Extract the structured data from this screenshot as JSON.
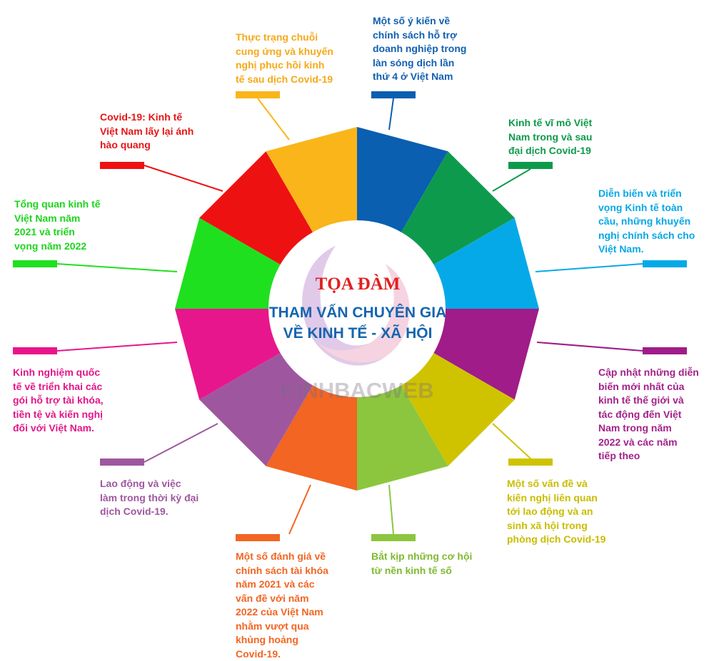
{
  "center": {
    "title": "TỌA ĐÀM",
    "subtitle": "THAM VẤN CHUYÊN GIA\nVỀ KINH TẾ - XÃ HỘI",
    "watermark": "KINHBACWEB"
  },
  "colors": {
    "title_red": "#e02020",
    "subtitle_blue": "#1565b0",
    "swirl": [
      "#c9a0d8",
      "#f0b0c8"
    ]
  },
  "segments": [
    {
      "key": "blue",
      "color": "#0a5fb0",
      "text_color": "#1160b0",
      "label": "Một số ý kiến về\nchính sách hỗ trợ\ndoanh nghiệp trong\nlàn sóng dịch lần\nthứ 4 ở Việt Nam"
    },
    {
      "key": "green",
      "color": "#0e9a4c",
      "text_color": "#0e9a4c",
      "label": "Kinh tế vĩ mô Việt\nNam trong và sau\nđại dịch Covid-19"
    },
    {
      "key": "sky",
      "color": "#06a9e8",
      "text_color": "#08a8e6",
      "label": "Diễn biến và triển\nvọng Kinh tế toàn\ncầu, những khuyến\nnghị chính sách cho\nViệt Nam."
    },
    {
      "key": "purple",
      "color": "#a01c88",
      "text_color": "#a3218a",
      "label": "Cập nhật những diễn\nbiến mới nhất của\nkinh tế thế giới và\ntác động đến Việt\nNam trong năm\n2022 và các năm\ntiếp theo"
    },
    {
      "key": "olive",
      "color": "#cfc300",
      "text_color": "#c9bd00",
      "label": "Một số vấn đề và\nkiến nghị liên quan\ntới lao động và an\nsinh xã hội trong\nphòng dịch Covid-19"
    },
    {
      "key": "lime",
      "color": "#8cc63e",
      "text_color": "#7fba32",
      "label": "Bắt kịp những cơ hội\ntừ nền kinh tế số"
    },
    {
      "key": "orange",
      "color": "#f26522",
      "text_color": "#f26522",
      "label": "Một số đánh giá về\nchính sách tài khóa\nnăm 2021 và các\nvấn đề với năm\n2022 của Việt Nam\nnhằm vượt qua\nkhủng hoảng\nCovid-19."
    },
    {
      "key": "violet",
      "color": "#9e579f",
      "text_color": "#9e579f",
      "label": "Lao động và việc\nlàm trong thời kỳ đại\ndịch Covid-19."
    },
    {
      "key": "magenta",
      "color": "#e8168c",
      "text_color": "#e2168a",
      "label": "Kinh nghiệm quốc\ntế về triển khai các\ngói hỗ trợ tài khóa,\ntiền tệ và kiến nghị\nđối với Việt Nam."
    },
    {
      "key": "brightgreen",
      "color": "#1fe01f",
      "text_color": "#1ed41e",
      "label": "Tổng quan kinh tế\nViệt Nam năm\n2021 và triển\nvọng năm 2022"
    },
    {
      "key": "red",
      "color": "#ee1111",
      "text_color": "#e51515",
      "label": "Covid-19: Kinh tế\nViệt Nam lấy lại ánh\nhào quang"
    },
    {
      "key": "gold",
      "color": "#f9b51a",
      "text_color": "#f5a91a",
      "label": "Thực trạng chuỗi\ncung ứng và khuyến\nnghị phục hồi kinh\ntế sau dịch Covid-19"
    }
  ]
}
